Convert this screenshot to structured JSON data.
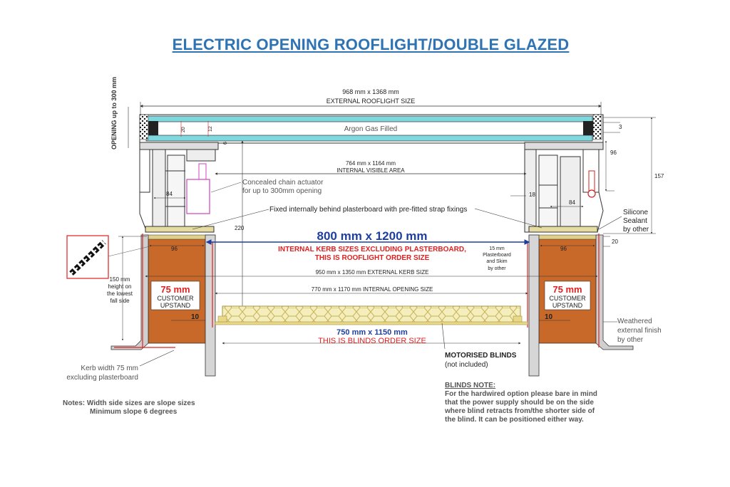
{
  "title": "ELECTRIC OPENING ROOFLIGHT/DOUBLE GLAZED",
  "dims": {
    "external_size_value": "968 mm x 1368 mm",
    "external_size_label": "EXTERNAL ROOFLIGHT SIZE",
    "internal_visible_value": "764 mm x 1164 mm",
    "internal_visible_label": "INTERNAL VISIBLE AREA",
    "kerb_value": "800 mm x 1200 mm",
    "kerb_note_1": "INTERNAL KERB SIZES EXCLUDING PLASTERBOARD,",
    "kerb_note_2": "THIS IS ROOFLIGHT ORDER SIZE",
    "external_kerb": "950 mm x 1350 mm EXTERNAL KERB SIZE",
    "internal_opening": "770 mm x 1170 mm INTERNAL OPENING SIZE",
    "blinds_value": "750 mm x 1150 mm",
    "blinds_label": "THIS IS BLINDS ORDER SIZE",
    "d3": "3",
    "d96a": "96",
    "d157": "157",
    "d20": "20",
    "d220": "220",
    "d84a": "84",
    "d84b": "84",
    "d18": "18",
    "d96b": "96",
    "d96c": "96",
    "d10a": "10",
    "d10b": "10",
    "d20s": "20",
    "d12s": "12",
    "d6s": "6"
  },
  "labels": {
    "opening": "OPENING up to 300 mm",
    "argon": "Argon Gas Filled",
    "actuator_1": "Concealed chain actuator",
    "actuator_2": "for up to 300mm opening",
    "fixed": "Fixed internally behind plasterboard with pre-fitted strap fixings",
    "silicone_1": "Silicone",
    "silicone_2": "Sealant",
    "silicone_3": "by other",
    "plaster_1": "15 mm",
    "plaster_2": "Plasterboard",
    "plaster_3": "and Skim",
    "plaster_4": "by other",
    "height_1": "150 mm",
    "height_2": "height on",
    "height_3": "the lowest",
    "height_4": "fall side",
    "upstand_left_size": "75 mm",
    "upstand_left_1": "CUSTOMER",
    "upstand_left_2": "UPSTAND",
    "upstand_right_size": "75 mm",
    "upstand_right_1": "CUSTOMER",
    "upstand_right_2": "UPSTAND",
    "weathered_1": "Weathered",
    "weathered_2": "external finish",
    "weathered_3": "by other",
    "kerb_width_1": "Kerb width 75 mm",
    "kerb_width_2": "excluding plasterboard",
    "motorised_1": "MOTORISED BLINDS",
    "motorised_2": "(not included)"
  },
  "notes": {
    "line1": "Notes: Width side sizes are slope sizes",
    "line2": "Minimum slope 6 degrees"
  },
  "blinds_note": {
    "heading": "BLINDS NOTE:",
    "line1": "For the hardwired option please bare in mind",
    "line2": "that the power supply should be on the side",
    "line3": "where blind retracts from/the shorter side of",
    "line4": "the blind. It can be positioned either way."
  },
  "colors": {
    "title": "#2e74b5",
    "glass": "#7fd8de",
    "kerb_wood": "#c8692a",
    "dim_red": "#e02020",
    "dim_blue": "#1f3fa0",
    "actuator": "#d040c0",
    "blind": "#e8d98a"
  }
}
